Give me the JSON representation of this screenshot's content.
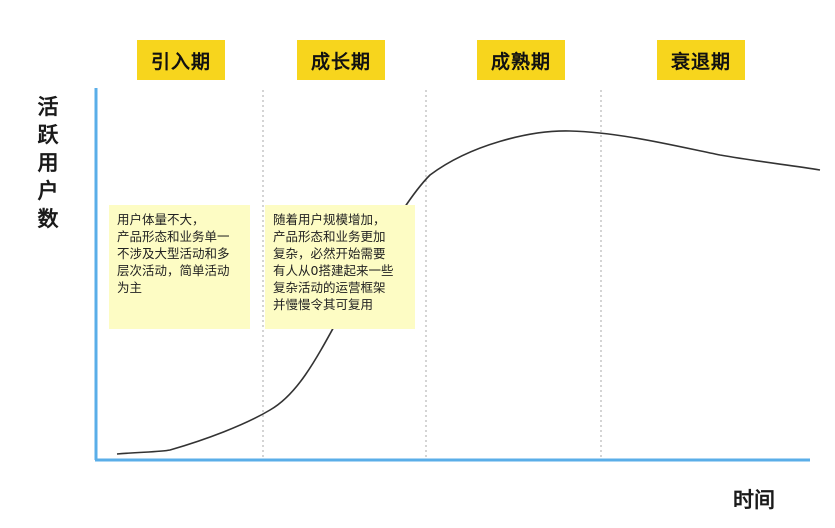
{
  "stages": [
    "引入期",
    "成长期",
    "成熟期",
    "衰退期"
  ],
  "y_axis_label": "活跃用户数",
  "x_axis_label": "时间",
  "notes": [
    "用户体量不大，\n产品形态和业务单一\n不涉及大型活动和多\n层次活动，简单活动\n为主",
    "随着用户规模增加，\n产品形态和业务更加\n复杂，必然开始需要\n有人从0搭建起来一些\n复杂活动的运营框架\n并慢慢令其可复用"
  ],
  "colors": {
    "stage_label_bg": "#f7d51d",
    "note_bg": "#fdfcc4",
    "axis": "#5aaee8",
    "curve": "#333333",
    "divider": "#b8b8b8"
  }
}
